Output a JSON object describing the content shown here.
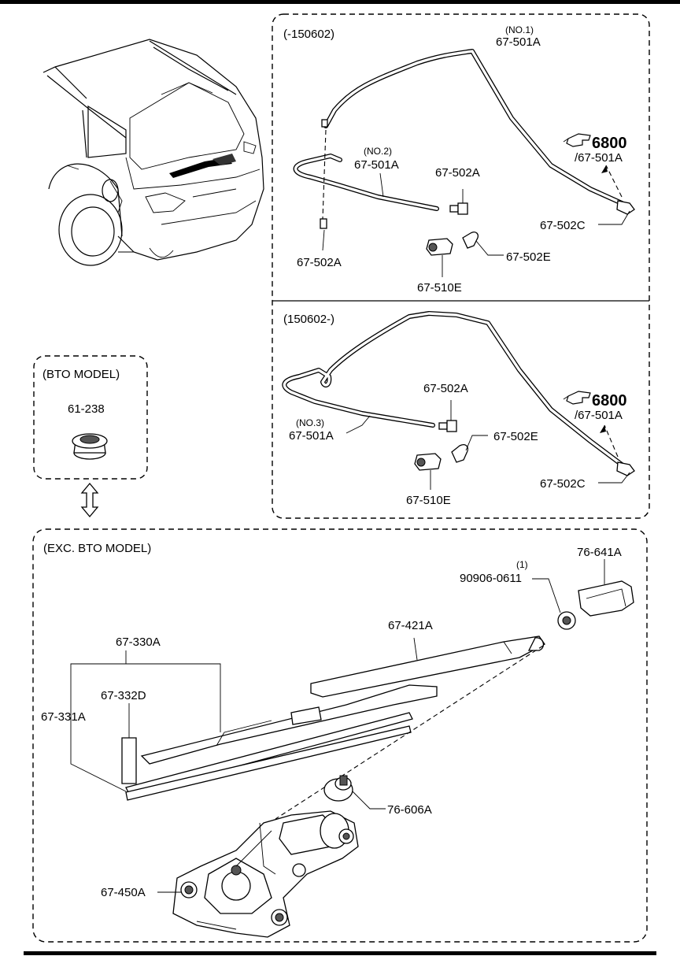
{
  "sections": {
    "upper_right_top": {
      "range_label": "(-150602)",
      "hose_no1": {
        "qty": "(NO.1)",
        "part": "67-501A"
      },
      "hose_no2": {
        "qty": "(NO.2)",
        "part": "67-501A"
      },
      "ref": {
        "group": "6800",
        "part": "/67-501A"
      },
      "joint_top": "67-502A",
      "joint_bottom": "67-502A",
      "connector_c": "67-502C",
      "elbow_e": "67-502E",
      "nozzle": "67-510E"
    },
    "upper_right_bottom": {
      "range_label": "(150602-)",
      "hose_no3": {
        "qty": "(NO.3)",
        "part": "67-501A"
      },
      "ref": {
        "group": "6800",
        "part": "/67-501A"
      },
      "joint": "67-502A",
      "connector_c": "67-502C",
      "elbow_e": "67-502E",
      "nozzle": "67-510E"
    },
    "bto": {
      "title": "(BTO MODEL)",
      "plug": "61-238"
    },
    "exc_bto": {
      "title": "(EXC. BTO MODEL)",
      "cap": "76-641A",
      "nut_qty": "(1)",
      "nut": "90906-0611",
      "arm": "67-421A",
      "blade_assy": "67-330A",
      "blade_rubber": "67-332D",
      "blade_insert": "67-331A",
      "cap_seal": "76-606A",
      "motor": "67-450A"
    }
  },
  "colors": {
    "line": "#000000",
    "background": "#ffffff",
    "fill_dark": "#555555"
  },
  "icons": {
    "reference": "pointing-hand-icon",
    "swap": "double-arrow-icon"
  }
}
